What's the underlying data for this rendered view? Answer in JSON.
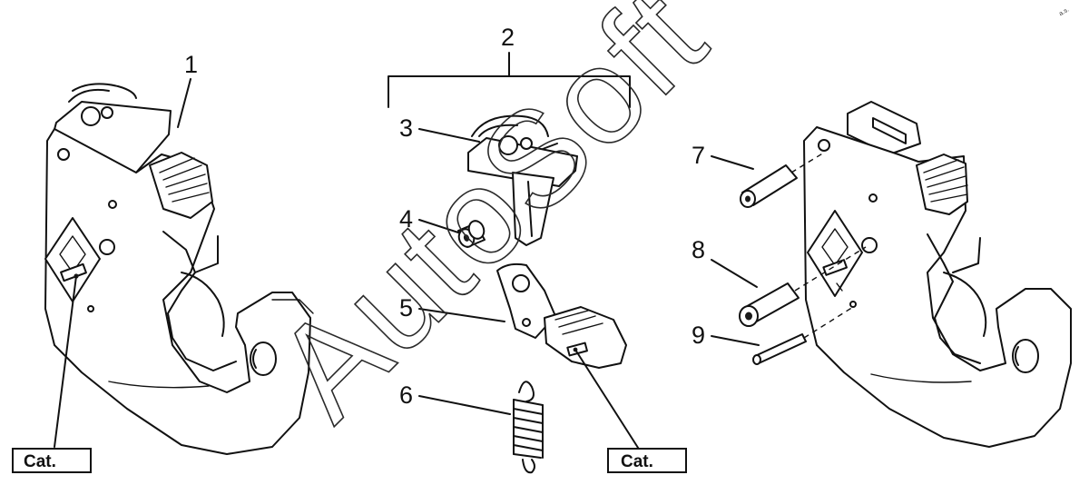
{
  "diagram": {
    "callouts": [
      "1",
      "2",
      "3",
      "4",
      "5",
      "6",
      "7",
      "8",
      "9"
    ],
    "cat_labels": [
      "Cat.",
      "Cat."
    ],
    "watermark_text": "AutoSoft",
    "corner_mark": "a.s."
  },
  "colors": {
    "line": "#111111",
    "background": "#ffffff"
  }
}
